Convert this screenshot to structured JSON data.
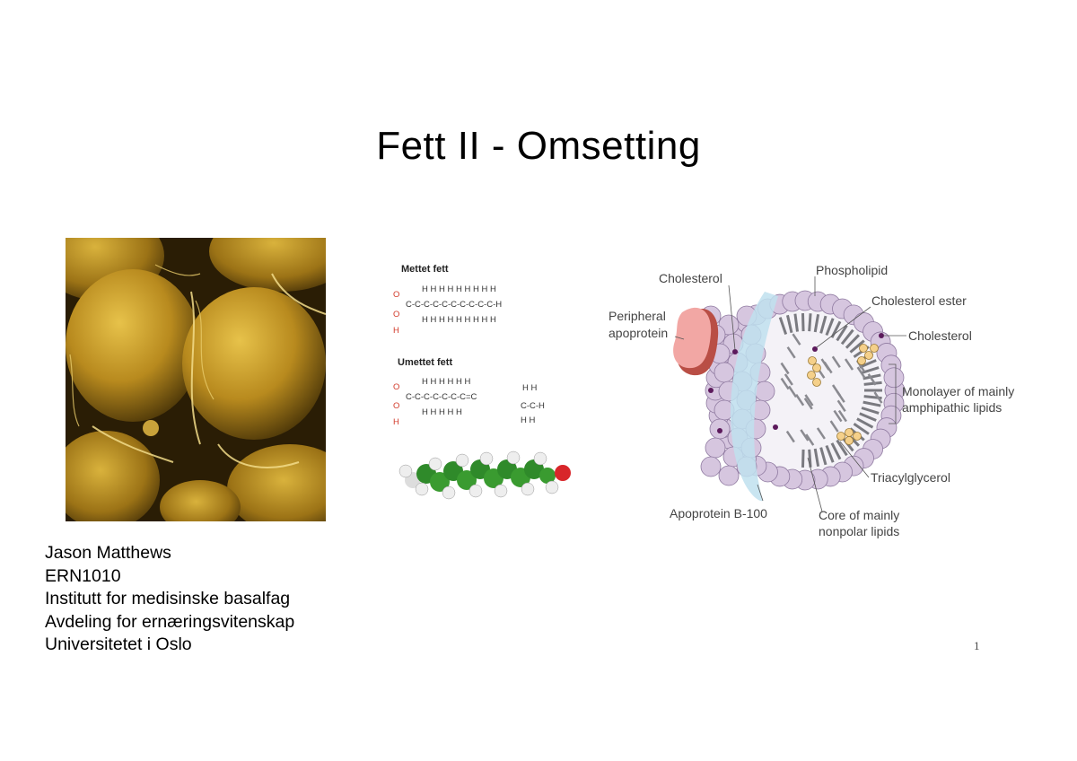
{
  "slide": {
    "title": "Fett  II - Omsetting",
    "page_number": "1"
  },
  "author": {
    "name": "Jason Matthews",
    "course": "ERN1010",
    "institute": "Institutt for medisinske basalfag",
    "department": "Avdeling for ernæringsvitenskap",
    "university": "Universitetet i Oslo"
  },
  "fatty_acids": {
    "saturated_label": "Mettet fett",
    "unsaturated_label": "Umettet fett"
  },
  "lipoprotein_labels": {
    "cholesterol_left": "Cholesterol",
    "phospholipid": "Phospholipid",
    "cholesterol_ester": "Cholesterol ester",
    "cholesterol_right": "Cholesterol",
    "peripheral_line1": "Peripheral",
    "peripheral_line2": "apoprotein",
    "monolayer_line1": "Monolayer of mainly",
    "monolayer_line2": "amphipathic lipids",
    "triacylglycerol": "Triacylglycerol",
    "apoprotein_b100": "Apoprotein B-100",
    "core_line1": "Core of mainly",
    "core_line2": "nonpolar lipids"
  }
}
